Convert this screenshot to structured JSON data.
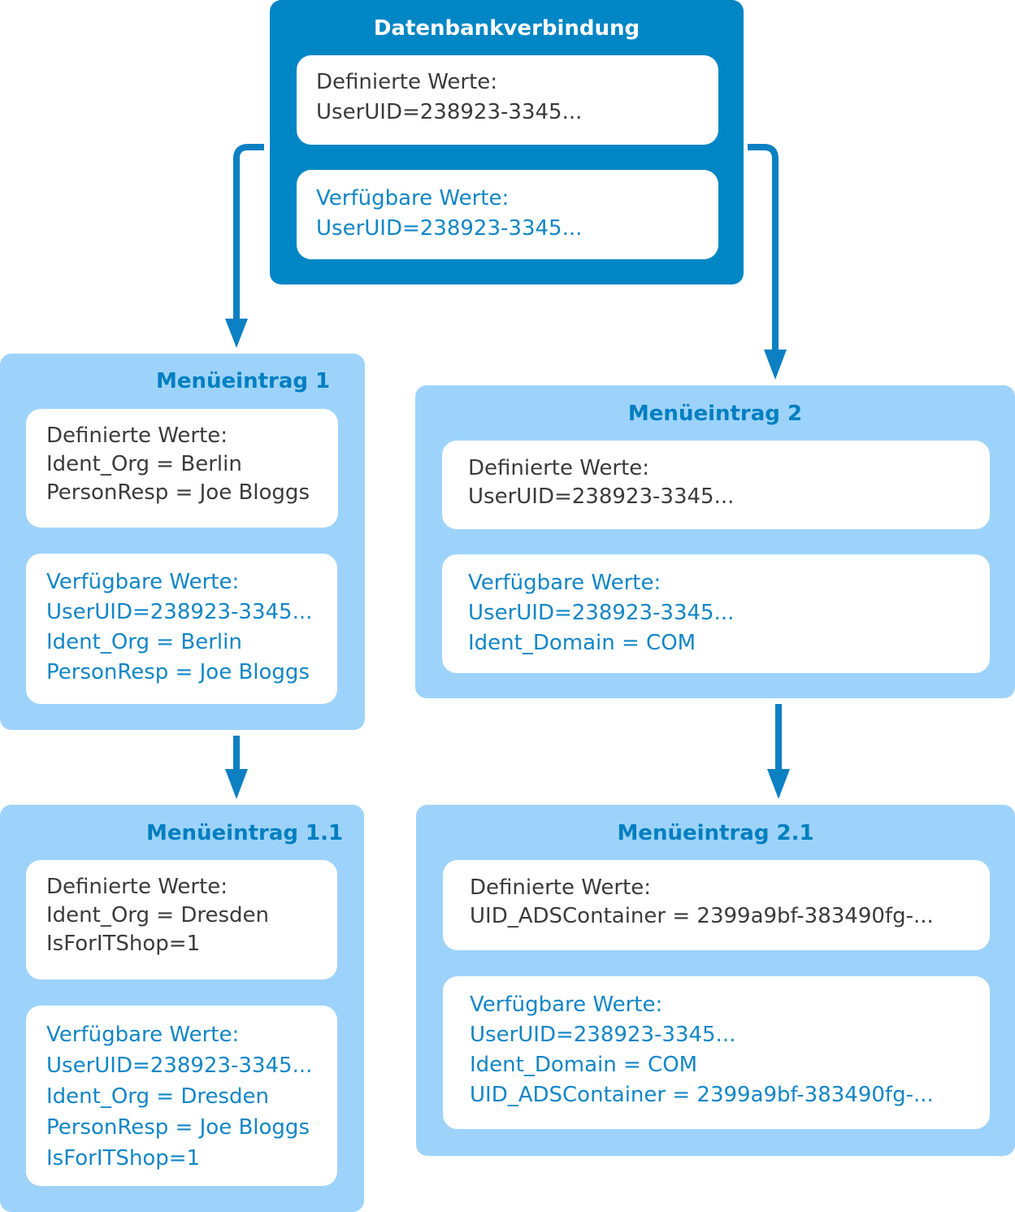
{
  "colors": {
    "dark_panel": "#0086c5",
    "light_panel": "#9dd3fb",
    "title_blue": "#007fc1",
    "available_text": "#1186c6",
    "defined_text": "#3b3b3b",
    "arrow": "#0b80c3"
  },
  "datenbank": {
    "title": "Datenbankverbindung",
    "defined": [
      "Definierte Werte:",
      "UserUID=238923-3345..."
    ],
    "available": [
      "Verfügbare Werte:",
      "UserUID=238923-3345..."
    ]
  },
  "menu1": {
    "title": "Menüeintrag 1",
    "defined": [
      "Definierte Werte:",
      "Ident_Org = Berlin",
      "PersonResp = Joe Bloggs"
    ],
    "available": [
      "Verfügbare Werte:",
      "UserUID=238923-3345...",
      "Ident_Org = Berlin",
      "PersonResp = Joe Bloggs"
    ]
  },
  "menu2": {
    "title": "Menüeintrag 2",
    "defined": [
      "Definierte Werte:",
      "UserUID=238923-3345..."
    ],
    "available": [
      "Verfügbare Werte:",
      "UserUID=238923-3345...",
      "Ident_Domain = COM"
    ]
  },
  "menu11": {
    "title": "Menüeintrag 1.1",
    "defined": [
      "Definierte Werte:",
      "Ident_Org = Dresden",
      "IsForITShop=1"
    ],
    "available": [
      "Verfügbare Werte:",
      "UserUID=238923-3345...",
      "Ident_Org = Dresden",
      "PersonResp = Joe Bloggs",
      "IsForITShop=1"
    ]
  },
  "menu21": {
    "title": "Menüeintrag 2.1",
    "defined": [
      "Definierte Werte:",
      "UID_ADSContainer = 2399a9bf-383490fg-..."
    ],
    "available": [
      "Verfügbare Werte:",
      "UserUID=238923-3345...",
      "Ident_Domain = COM",
      "UID_ADSContainer = 2399a9bf-383490fg-..."
    ]
  }
}
